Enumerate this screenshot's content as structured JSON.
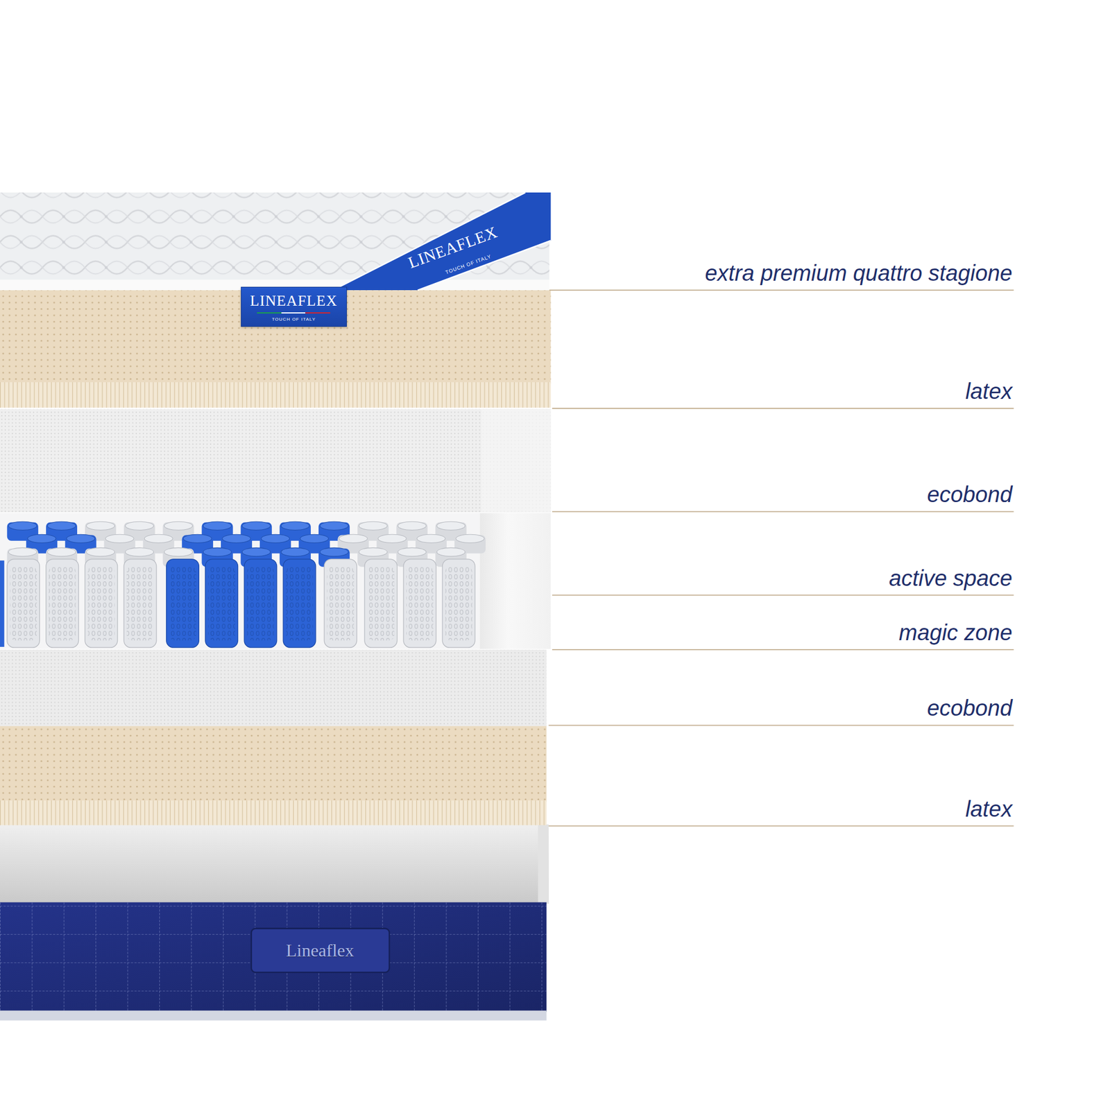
{
  "diagram": {
    "nodes": [
      {
        "text": [
          "LINEAFLEX",
          "TOUCH OF ITALY"
        ]
      }
    ],
    "labels": [
      "extra premium quattro stagione",
      "latex",
      "ecobond",
      "active space",
      "magic zone",
      "ecobond",
      "latex",
      "LINEAFLEX",
      "TOUCH OF ITALY",
      "Lineaflex"
    ]
  }
}
